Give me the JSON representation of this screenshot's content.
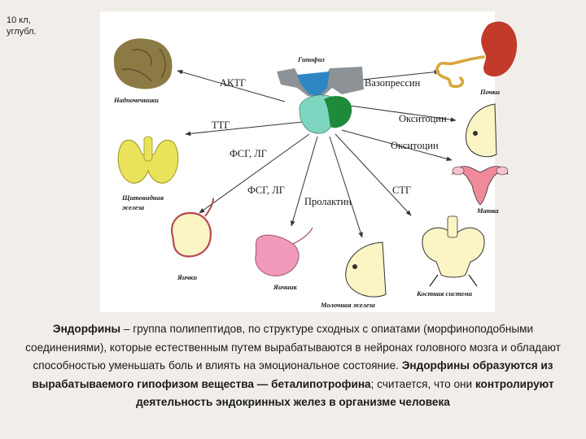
{
  "corner_note": {
    "line1": "10 кл,",
    "line2": "углубл."
  },
  "diagram": {
    "gland_label": "Гипофиз",
    "hormones": {
      "actg": "АКТГ",
      "vasopressin": "Вазопрессин",
      "oxytocin_1": "Окситоцин",
      "oxytocin_2": "Окситоцин",
      "ttg": "ТТГ",
      "fsg_lg_1": "ФСГ, ЛГ",
      "fsg_lg_2": "ФСГ, ЛГ",
      "prolactin": "Пролактин",
      "stg": "СТГ"
    },
    "organs": {
      "adrenal": "Надпочечники",
      "kidneys": "Почки",
      "thyroid_1": "Щитовидная",
      "thyroid_2": "железа",
      "testes": "Яички",
      "ovary": "Яичник",
      "mammary": "Молочная железа",
      "uterus": "Матка",
      "bones": "Костная система"
    }
  },
  "caption": {
    "s1_bold": "Эндорфины",
    "s1_rest": " – группа полипептидов, по структуре сходных с опиатами (морфиноподобными соединениями), которые естественным путем вырабатываются в нейронах головного мозга и обладают способностью уменьшать боль и влиять на эмоциональное состояние. ",
    "s2_bold": "Эндорфины образуются из вырабатываемого гипофизом вещества — беталипотрофина",
    "s2_rest": "; считается, что они ",
    "s3_bold": "контролируют деятельность эндокринных желез в организме человека"
  },
  "colors": {
    "background": "#f1eeea",
    "panel": "#ffffff",
    "gland_grey": "#8c9296",
    "gland_blue": "#2f86c4",
    "gland_light": "#7fd6c0",
    "gland_dark": "#1f8a3a",
    "adrenal": "#8c7a45",
    "kidney": "#c23a2a",
    "thyroid": "#e8e35a",
    "organ_cream": "#fbf4c4",
    "ovary": "#f19abb",
    "uterus": "#f08a9a"
  }
}
